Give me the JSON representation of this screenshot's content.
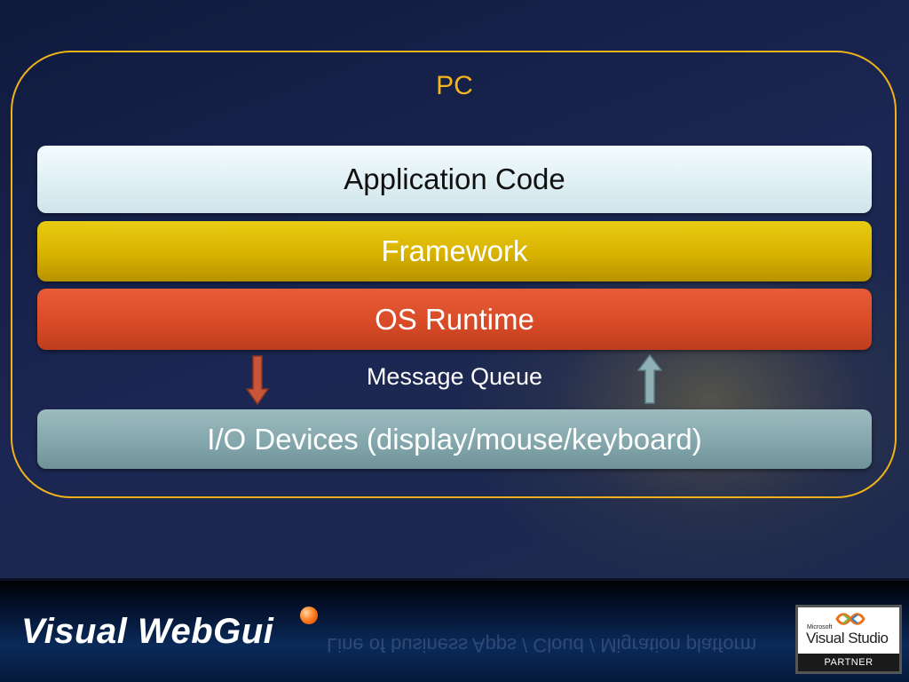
{
  "diagram": {
    "container_label": "PC",
    "layers": [
      {
        "label": "Application Code"
      },
      {
        "label": "Framework"
      },
      {
        "label": "OS Runtime"
      }
    ],
    "connector_label": "Message Queue",
    "bottom_layer": {
      "label": "I/O Devices (display/mouse/keyboard)"
    },
    "arrows": [
      "arrow-down-icon",
      "arrow-up-icon"
    ],
    "colors": {
      "frame": "#f0b21a",
      "application": "#dfeff4",
      "framework": "#d7b200",
      "os_runtime": "#d94b27",
      "io_devices": "#83a7ac",
      "arrow_down": "#c8553a",
      "arrow_up": "#8fb0b5"
    }
  },
  "footer": {
    "brand": "Visual WebGui",
    "tagline": "Line of business Apps / Cloud / Migration platform",
    "badge": {
      "maker": "Microsoft",
      "product": "Visual Studio",
      "tier": "PARTNER"
    }
  }
}
